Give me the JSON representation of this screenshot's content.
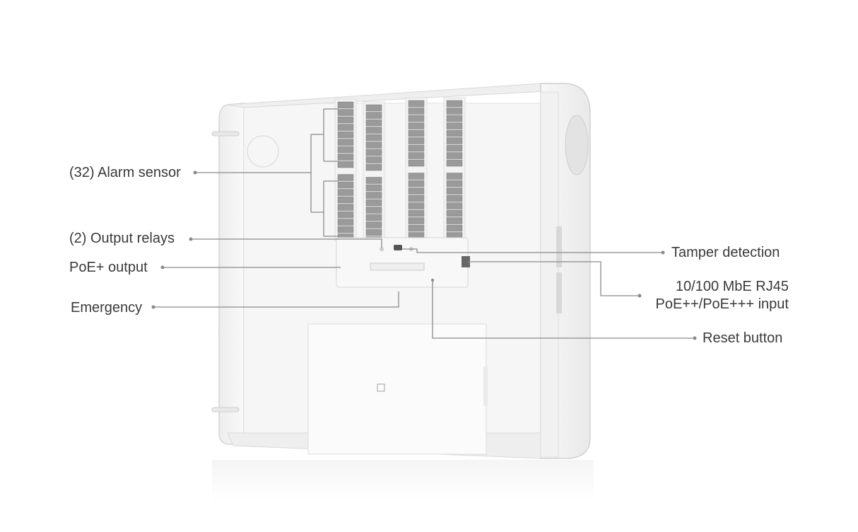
{
  "callouts": {
    "alarm_sensor": "(32) Alarm sensor",
    "output_relays": "(2) Output relays",
    "poe_output": "PoE+ output",
    "emergency": "Emergency",
    "tamper_detection": "Tamper detection",
    "rj45_line1": "10/100 MbE RJ45",
    "rj45_line2": "PoE++/PoE+++ input",
    "reset_button": "Reset button"
  },
  "colors": {
    "enclosure": "#f4f4f4",
    "enclosure_edge": "#dcdcdc",
    "terminal_block": "#9a9a9a",
    "leader_line": "#8a8a8a",
    "text": "#3a3a3a"
  }
}
